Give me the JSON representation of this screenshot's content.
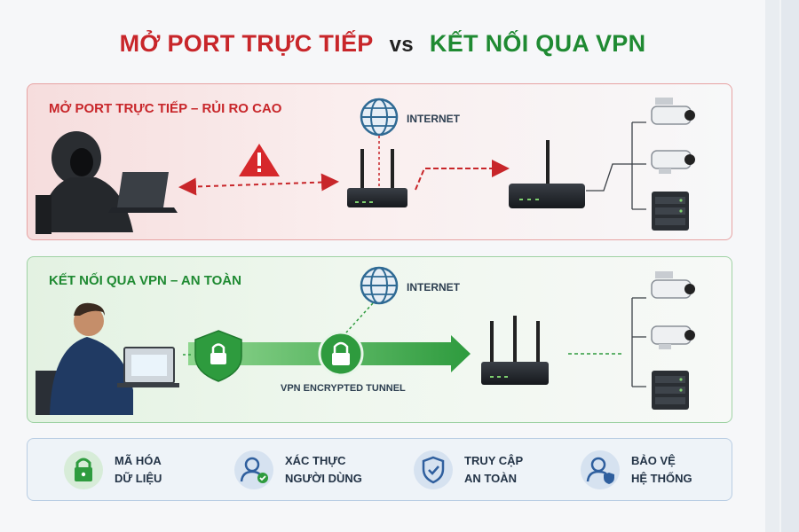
{
  "title": {
    "left": "MỞ PORT TRỰC TIẾP",
    "vs": "vs",
    "right": "KẾT NỐI QUA VPN"
  },
  "direct_panel": {
    "label": "MỞ PORT TRỰC TIẾP – RỦI RO CAO",
    "internet_label": "INTERNET",
    "accent_color": "#c8262a"
  },
  "vpn_panel": {
    "label": "KẾT NỐI QUA VPN – AN TOÀN",
    "internet_label": "INTERNET",
    "tunnel_label": "VPN ENCRYPTED TUNNEL",
    "accent_color": "#1f8a32"
  },
  "features": [
    {
      "icon": "lock-icon",
      "text": "MÃ HÓA\nDỮ LIỆU",
      "color": "#2e9b3e"
    },
    {
      "icon": "user-check-icon",
      "text": "XÁC THỰC\nNGƯỜI DÙNG",
      "color": "#2f5f9e"
    },
    {
      "icon": "shield-check-icon",
      "text": "TRUY CẬP\nAN TOÀN",
      "color": "#2f5f9e"
    },
    {
      "icon": "user-shield-icon",
      "text": "BẢO VỆ\nHỆ THỐNG",
      "color": "#2f5f9e"
    }
  ]
}
